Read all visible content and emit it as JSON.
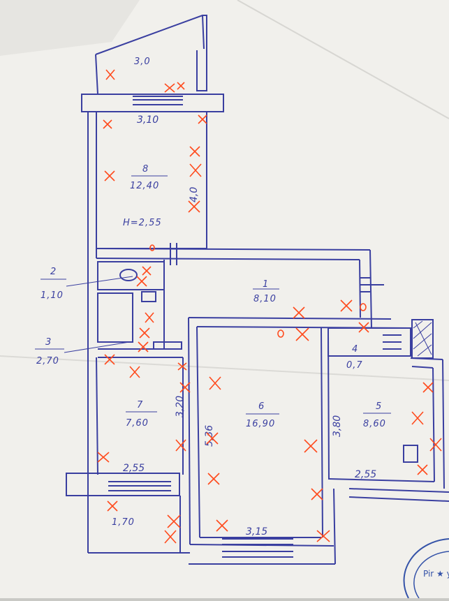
{
  "colors": {
    "ink": "#3a3fa0",
    "marks": "#ff4a1c",
    "paper": "#f1f0ec",
    "background": "#c9c9c5"
  },
  "rooms": [
    {
      "id": "balcony_top",
      "number": "",
      "area": "3,0"
    },
    {
      "id": "room8",
      "number": "8",
      "area": "12,40"
    },
    {
      "id": "room1",
      "number": "1",
      "area": "8,10"
    },
    {
      "id": "room2",
      "number": "2",
      "area": "1,10"
    },
    {
      "id": "room3",
      "number": "3",
      "area": "2,70"
    },
    {
      "id": "room4",
      "number": "4",
      "area": "0,7"
    },
    {
      "id": "room5",
      "number": "5",
      "area": "8,60"
    },
    {
      "id": "room6",
      "number": "6",
      "area": "16,90"
    },
    {
      "id": "room7",
      "number": "7",
      "area": "7,60"
    },
    {
      "id": "balcony_bottom",
      "number": "",
      "area": "1,70"
    }
  ],
  "dimensions": [
    "3,10",
    "4,0",
    "H=2,55",
    "3,20",
    "5,36",
    "3,80",
    "2,55",
    "2,55",
    "3,15"
  ],
  "stamp": {
    "text": "Pir ★ y"
  }
}
